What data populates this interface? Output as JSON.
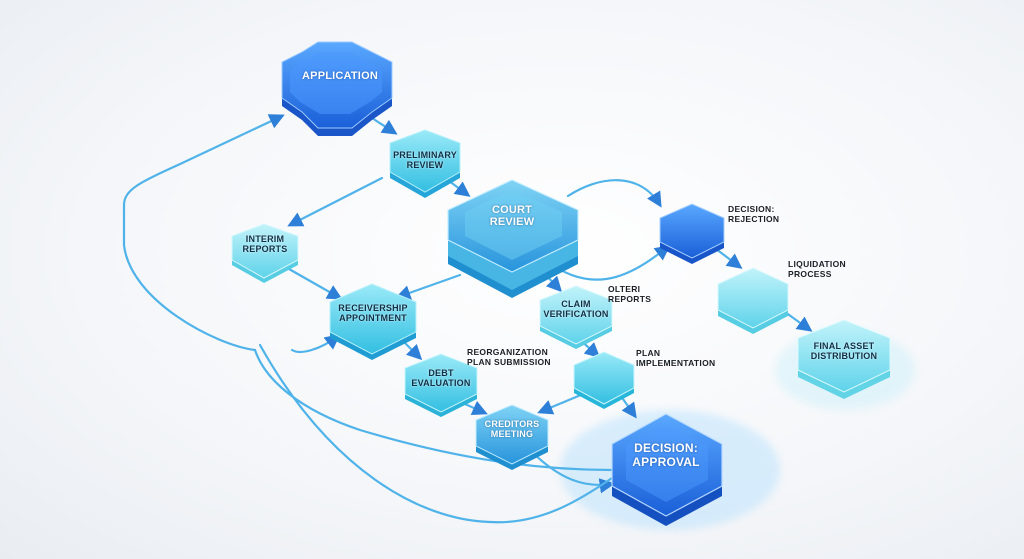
{
  "nodes": {
    "application": "APPLICATION",
    "preliminary_review": "PRELIMINARY\nREVIEW",
    "court_review": "COURT\nREVIEW",
    "interim_reports": "INTERIM\nREPORTS",
    "receivership_appointment": "RECEIVERSHIP\nAPPOINTMENT",
    "claim_verification": "CLAIM\nVERIFICATION",
    "debt_evaluation": "DEBT\nEVALUATION",
    "creditors_meeting": "CREDITORS\nMEETING",
    "plan_implementation_node": "",
    "decision_rejection_node": "",
    "liquidation_node": "",
    "final_asset_distribution": "FINAL ASSET\nDISTRIBUTION",
    "decision_approval": "DECISION:\nAPPROVAL"
  },
  "side_labels": {
    "decision_rejection": "DECISION:\nREJECTION",
    "liquidation_process": "LIQUIDATION\nPROCESS",
    "olteri_reports": "OLTERI\nREPORTS",
    "reorganization_plan_submission": "REORGANIZATION\nPLAN SUBMISSION",
    "plan_implementation": "PLAN\nIMPLEMENTATION"
  },
  "colors": {
    "deep_blue": "#1f6fe0",
    "mid_blue": "#2fa3e6",
    "cyan": "#3ec8e8",
    "light_cyan": "#72dbee",
    "connector": "#4fb3ea"
  }
}
